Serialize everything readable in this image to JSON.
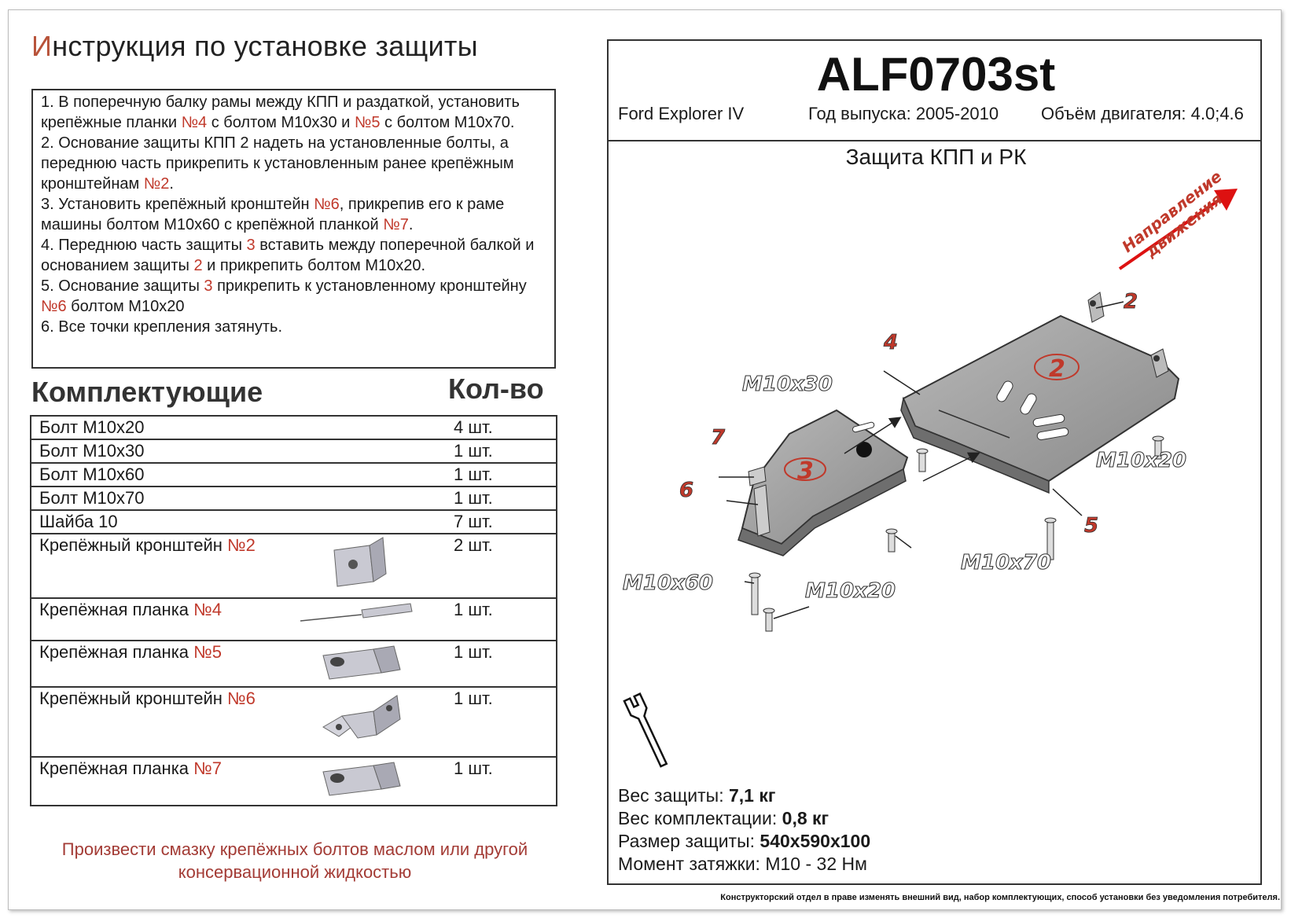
{
  "title": {
    "first_letter": "И",
    "rest": "нструкция по установке защиты"
  },
  "instructions": [
    {
      "parts": [
        {
          "t": "1.    В поперечную балку рамы между КПП и раздаткой, установить крепёжные планки "
        },
        {
          "t": "№4",
          "red": true
        },
        {
          "t": " с болтом М10х30 и "
        },
        {
          "t": "№5",
          "red": true
        },
        {
          "t": " с болтом М10х70."
        }
      ]
    },
    {
      "parts": [
        {
          "t": "2.    Основание защиты КПП 2 надеть на установленные болты, а переднюю часть прикрепить к установленным ранее крепёжным кронштейнам "
        },
        {
          "t": "№2",
          "red": true
        },
        {
          "t": "."
        }
      ]
    },
    {
      "parts": [
        {
          "t": "3.    Установить крепёжный кронштейн "
        },
        {
          "t": "№6",
          "red": true
        },
        {
          "t": ", прикрепив его к раме машины болтом М10х60 с крепёжной планкой "
        },
        {
          "t": "№7",
          "red": true
        },
        {
          "t": "."
        }
      ]
    },
    {
      "parts": [
        {
          "t": "4.    Переднюю часть защиты "
        },
        {
          "t": "3",
          "red": true
        },
        {
          "t": " вставить между поперечной балкой и основанием защиты "
        },
        {
          "t": "2",
          "red": true
        },
        {
          "t": " и прикрепить болтом М10х20."
        }
      ]
    },
    {
      "parts": [
        {
          "t": "5.    Основание защиты "
        },
        {
          "t": "3",
          "red": true
        },
        {
          "t": " прикрепить к установленному кронштейну "
        },
        {
          "t": "№6",
          "red": true
        },
        {
          "t": " болтом М10х20"
        }
      ]
    },
    {
      "parts": [
        {
          "t": "6.    Все точки крепления затянуть."
        }
      ]
    }
  ],
  "components": {
    "heading": "Комплектующие",
    "qty_heading": "Кол-во",
    "rows": [
      {
        "name": "Болт М10х20",
        "num": "",
        "qty": "4 шт.",
        "icon": ""
      },
      {
        "name": "Болт М10х30",
        "num": "",
        "qty": "1 шт.",
        "icon": ""
      },
      {
        "name": "Болт М10х60",
        "num": "",
        "qty": "1 шт.",
        "icon": ""
      },
      {
        "name": "Болт М10х70",
        "num": "",
        "qty": "1 шт.",
        "icon": ""
      },
      {
        "name": "Шайба 10",
        "num": "",
        "qty": "7 шт.",
        "icon": ""
      },
      {
        "name": "Крепёжный кронштейн ",
        "num": "№2",
        "qty": "2 шт.",
        "icon": "bracket-icon"
      },
      {
        "name": "Крепёжная планка ",
        "num": "№4",
        "qty": "1 шт.",
        "icon": "plate-icon"
      },
      {
        "name": "Крепёжная планка ",
        "num": "№5",
        "qty": "1 шт.",
        "icon": "angle-plate-icon"
      },
      {
        "name": "Крепёжный кронштейн ",
        "num": "№6",
        "qty": "1 шт.",
        "icon": "z-bracket-icon"
      },
      {
        "name": "Крепёжная планка ",
        "num": "№7",
        "qty": "1 шт.",
        "icon": "angle-plate-icon"
      }
    ]
  },
  "note": "Произвести смазку крепёжных болтов маслом или другой консервационной жидкостью",
  "product": {
    "code": "ALF0703st",
    "model": "Ford Explorer IV",
    "years": "Год выпуска: 2005-2010",
    "engine": "Объём двигателя: 4.0;4.6",
    "subtitle": "Защита КПП и РК"
  },
  "diagram": {
    "direction_line1": "Направление",
    "direction_line2": "движения",
    "labels": {
      "m10x30": "M10x30",
      "m10x20_right": "M10x20",
      "m10x70": "M10x70",
      "m10x60": "M10x60",
      "m10x20_bottom": "M10x20"
    },
    "part_numbers": {
      "n2": "2",
      "n2_plate": "2",
      "n3": "3",
      "n4": "4",
      "n5": "5",
      "n6": "6",
      "n7": "7"
    },
    "accent_color": "#c0392b"
  },
  "specs": [
    {
      "label": "Вес защиты: ",
      "value": "7,1 кг"
    },
    {
      "label": "Вес комплектации: ",
      "value": "0,8 кг"
    },
    {
      "label": "Размер защиты: ",
      "value": "540х590х100"
    },
    {
      "label": "Момент затяжки:  ",
      "value": "М10 - 32 Нм",
      "plain": true
    }
  ],
  "disclaimer": "Конструкторский отдел в праве изменять внешний вид, набор комплектующих, способ установки без уведомления потребителя."
}
